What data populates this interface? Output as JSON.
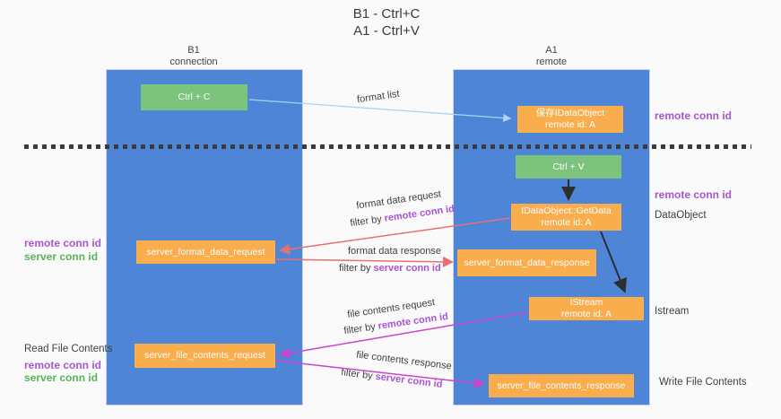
{
  "title": {
    "line1": "B1 - Ctrl+C",
    "line2": "A1 - Ctrl+V"
  },
  "colors": {
    "bg": "#fafafa",
    "column_blue": "#4e85d6",
    "box_green": "#7cc47e",
    "box_orange": "#f9ad4d",
    "purple": "#a855cf",
    "green_text": "#56b45c",
    "red_arrow": "#e87070",
    "magenta_arrow": "#cc44cc",
    "lightblue_arrow": "#a9d5f2",
    "dark": "#3a3a3a"
  },
  "columns": {
    "left": {
      "title": "B1",
      "subtitle": "connection"
    },
    "right": {
      "title": "A1",
      "subtitle": "remote"
    }
  },
  "boxes": {
    "ctrl_c": {
      "label": "Ctrl + C"
    },
    "ctrl_v": {
      "label": "Ctrl + V"
    },
    "save_idataobject": {
      "line1": "保存IDataObject",
      "line2": "remote id: A"
    },
    "getdata": {
      "line1": "IDataObject::GetData",
      "line2": "remote id: A"
    },
    "istream": {
      "line1": "IStream",
      "line2": "remote id: A"
    },
    "server_format_data_request": {
      "label": "server_format_data_request"
    },
    "server_format_data_response": {
      "label": "server_format_data_response"
    },
    "server_file_contents_request": {
      "label": "server_file_contents_request"
    },
    "server_file_contents_response": {
      "label": "server_file_contents_response"
    }
  },
  "left_labels": {
    "remote_conn_id_1": "remote conn id",
    "server_conn_id_1": "server conn id",
    "read_file_contents": "Read File Contents",
    "remote_conn_id_2": "remote conn id",
    "server_conn_id_2": "server conn id"
  },
  "right_labels": {
    "remote_conn_id_1": "remote conn id",
    "remote_conn_id_2": "remote conn id",
    "dataobject": "DataObject",
    "istream": "Istream",
    "write_file_contents": "Write File Contents"
  },
  "annotations": {
    "format_list": "format list",
    "format_data_request": "format data request",
    "format_data_response": "format data response",
    "file_contents_request": "file contents request",
    "file_contents_response": "file contents response",
    "filter_prefix": "filter by ",
    "remote_conn_id": "remote conn id",
    "server_conn_id": "server conn id"
  }
}
